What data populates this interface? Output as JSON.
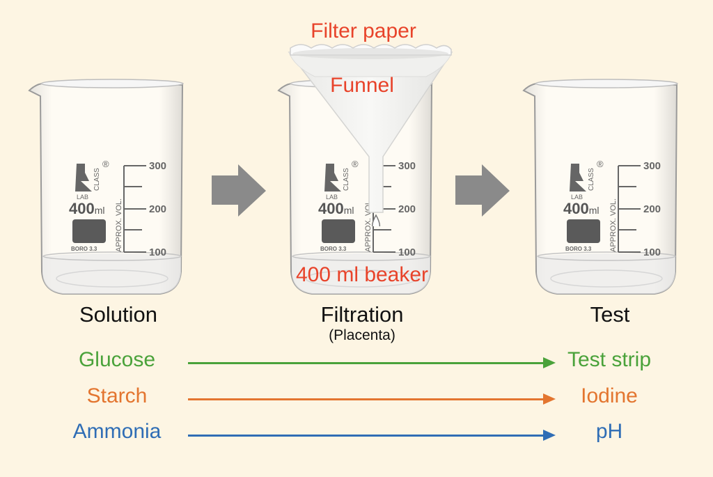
{
  "colors": {
    "background": "#fdf5e3",
    "annotation": "#e8432a",
    "glucose": "#4aa23a",
    "starch": "#e3752f",
    "ammonia": "#2f6db5",
    "process_arrow": "#8a8a8a",
    "beaker_print": "#555555"
  },
  "beaker_markings": {
    "brand_top": "CLASS",
    "brand_bottom": "LAB",
    "registered": "®",
    "capacity": "400",
    "capacity_unit": "ml",
    "material": "BORO 3.3",
    "scale_label": "APPROX. VOL.",
    "graduations": [
      "300",
      "200",
      "100"
    ]
  },
  "stages": [
    {
      "id": "solution",
      "label": "Solution",
      "sublabel": ""
    },
    {
      "id": "filtration",
      "label": "Filtration",
      "sublabel": "(Placenta)"
    },
    {
      "id": "test",
      "label": "Test",
      "sublabel": ""
    }
  ],
  "annotations": {
    "filter_paper": "Filter paper",
    "funnel": "Funnel",
    "beaker": "400 ml beaker"
  },
  "process_arrows": [
    {
      "from": "solution",
      "to": "filtration",
      "icon": "right-arrow-icon"
    },
    {
      "from": "filtration",
      "to": "test",
      "icon": "right-arrow-icon"
    }
  ],
  "tests": [
    {
      "substance": "Glucose",
      "method": "Test strip",
      "color_key": "glucose"
    },
    {
      "substance": "Starch",
      "method": "Iodine",
      "color_key": "starch"
    },
    {
      "substance": "Ammonia",
      "method": "pH",
      "color_key": "ammonia"
    }
  ]
}
